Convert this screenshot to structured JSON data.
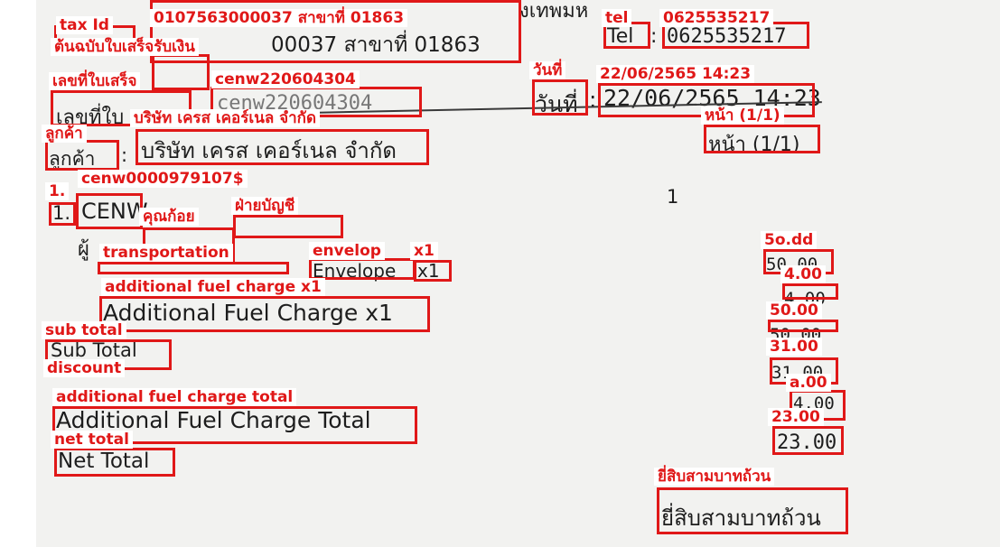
{
  "receipt": {
    "header_partial": "งเทพมห",
    "tax_id_text": "00037 สาขาที่ 01863",
    "tel_label": "Tel",
    "tel_sep": ":",
    "tel_value": "0625535217",
    "receipt_no_label": "เลขที่ใบ",
    "receipt_no_value": "cenw220604304",
    "date_label": "วันที่",
    "date_sep": ":",
    "date_value": "22/06/2565 14:23",
    "page_text": "หน้า (1/1)",
    "customer_label": "ลูกค้า",
    "customer_sep": ":",
    "customer_name": "บริษัท เครส เคอร์เนล จำกัด",
    "item_no": "1.",
    "item_code": "CENW",
    "contact_line": "ผู้",
    "item_qty_header": "1",
    "envelope_text": "Envelope",
    "envelope_qty": "x1",
    "fuel_line": "Additional Fuel Charge x1",
    "subtotal_text": "Sub Total",
    "fuel_total_text": "Additional Fuel Charge Total",
    "net_total_text": "Net Total",
    "amount_1": "50.00",
    "amount_2": "4.00",
    "amount_3": "50.00",
    "amount_4": "31.00",
    "amount_5": "4.00",
    "amount_6": "23.00",
    "amount_words": "ยี่สิบสามบาทถ้วน"
  },
  "annotations": [
    {
      "name": "tax-id",
      "text": "tax Id"
    },
    {
      "name": "tax-id-value",
      "text": "0107563000037 สาขาที่ 01863"
    },
    {
      "name": "tel",
      "text": "tel"
    },
    {
      "name": "tel-value",
      "text": "0625535217"
    },
    {
      "name": "receipt-type",
      "text": "ต้นฉบับใบเสร็จรับเงิน"
    },
    {
      "name": "receipt-no",
      "text": "เลขที่ใบเสร็จ"
    },
    {
      "name": "receipt-no-value",
      "text": "cenw220604304"
    },
    {
      "name": "date",
      "text": "วันที่"
    },
    {
      "name": "date-value",
      "text": "22/06/2565 14:23"
    },
    {
      "name": "page",
      "text": "หน้า (1/1)"
    },
    {
      "name": "company",
      "text": "บริษัท เครส เคอร์เนล จำกัด"
    },
    {
      "name": "customer",
      "text": "ลูกค้า"
    },
    {
      "name": "item-no",
      "text": "1."
    },
    {
      "name": "item-code",
      "text": "cenw0000979107$"
    },
    {
      "name": "contact-name",
      "text": "คุณก้อย"
    },
    {
      "name": "department",
      "text": "ฝ่ายบัญชี"
    },
    {
      "name": "transportation",
      "text": "transportation"
    },
    {
      "name": "envelop",
      "text": "envelop"
    },
    {
      "name": "qty",
      "text": "x1"
    },
    {
      "name": "amount-a",
      "text": "5o.dd"
    },
    {
      "name": "amount-b",
      "text": "4.00"
    },
    {
      "name": "fuel-charge",
      "text": "additional fuel charge x1"
    },
    {
      "name": "amount-c",
      "text": "50.00"
    },
    {
      "name": "sub-total",
      "text": "sub total"
    },
    {
      "name": "amount-d",
      "text": "31.00"
    },
    {
      "name": "discount",
      "text": "discount"
    },
    {
      "name": "amount-e",
      "text": "a.00"
    },
    {
      "name": "fuel-total",
      "text": "additional fuel charge total"
    },
    {
      "name": "amount-f",
      "text": "23.00"
    },
    {
      "name": "net-total",
      "text": "net total"
    },
    {
      "name": "amount-words",
      "text": "ยี่สิบสามบาทถ้วน"
    }
  ],
  "colors": {
    "annotation": "#e01818",
    "ink": "#1d1d1d",
    "paper": "#f2f2f0"
  }
}
